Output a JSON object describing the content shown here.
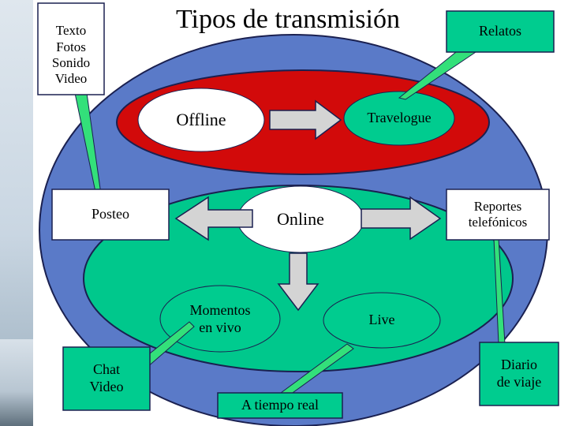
{
  "title": "Tipos de transmisión",
  "callouts": {
    "media": [
      "Texto",
      "Fotos",
      "Sonido",
      "Video"
    ],
    "relatos": "Relatos",
    "posteo": "Posteo",
    "reportes": [
      "Reportes",
      "telefónicos"
    ],
    "chat": [
      "Chat",
      "Video"
    ],
    "diario": [
      "Diario",
      "de viaje"
    ],
    "tiempo_real": "A tiempo real"
  },
  "nodes": {
    "offline": "Offline",
    "travelogue": "Travelogue",
    "online": "Online",
    "momentos": [
      "Momentos",
      "en vivo"
    ],
    "live": "Live"
  },
  "colors": {
    "outer_ellipse": "#5a7ac8",
    "offline_ellipse": "#d20a0a",
    "online_ellipse": "#00c88c",
    "node_fill": "#00cc8f",
    "callout_fill": "#ffffff",
    "connector": "#33e07a",
    "arrow_fill": "#d4d4d4"
  }
}
